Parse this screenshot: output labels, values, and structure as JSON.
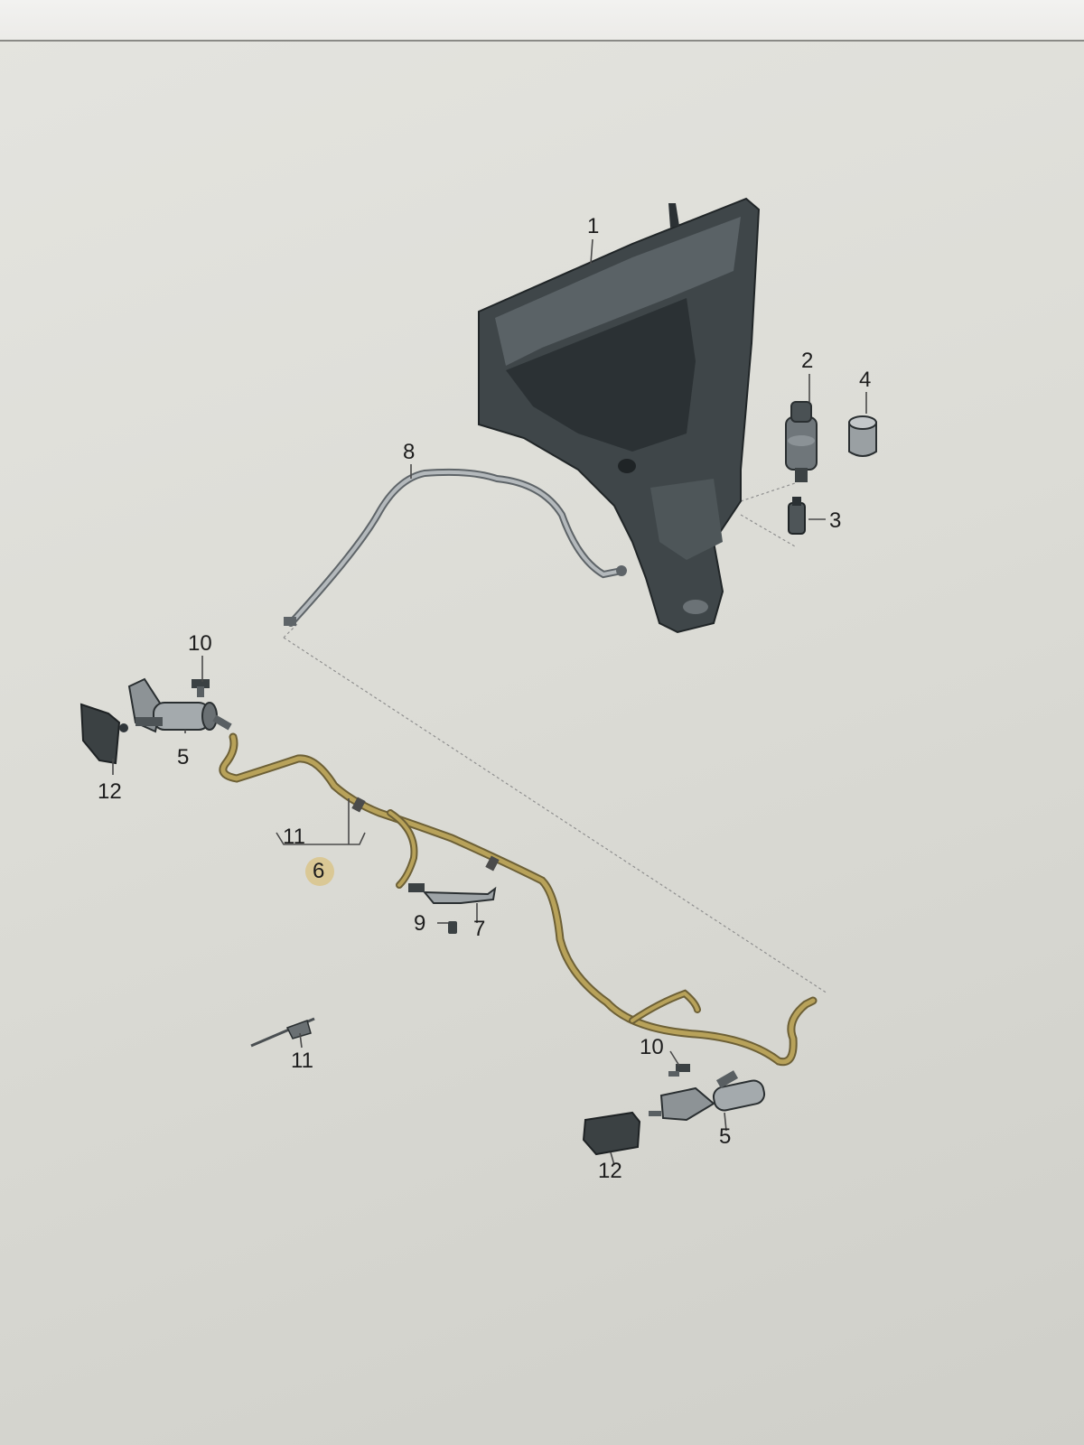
{
  "callouts": [
    {
      "id": "c1",
      "label": "1"
    },
    {
      "id": "c2",
      "label": "2"
    },
    {
      "id": "c3",
      "label": "3"
    },
    {
      "id": "c4",
      "label": "4"
    },
    {
      "id": "c5a",
      "label": "5"
    },
    {
      "id": "c5b",
      "label": "5"
    },
    {
      "id": "c6",
      "label": "6"
    },
    {
      "id": "c7",
      "label": "7"
    },
    {
      "id": "c8",
      "label": "8"
    },
    {
      "id": "c9",
      "label": "9"
    },
    {
      "id": "c10a",
      "label": "10"
    },
    {
      "id": "c10b",
      "label": "10"
    },
    {
      "id": "c11a",
      "label": "11"
    },
    {
      "id": "c11b",
      "label": "11"
    },
    {
      "id": "c12a",
      "label": "12"
    },
    {
      "id": "c12b",
      "label": "12"
    }
  ],
  "colors": {
    "tank": "#3f4649",
    "tank_shade": "#2b3134",
    "hose_yellow": "#b8a25a",
    "hose_grey": "#8c9094",
    "leader": "#6d6d6d",
    "highlight": "#d9b24a"
  }
}
